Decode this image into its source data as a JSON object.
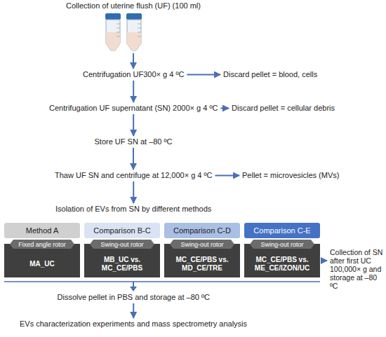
{
  "diagram": {
    "nodes": [
      {
        "text": [
          "Collection of uterine flush (UF) (100 ml)"
        ]
      },
      {
        "text": [
          "Centrifugation UF300× g 4 ºC"
        ]
      },
      {
        "text": [
          "Discard pellet = blood, cells"
        ]
      },
      {
        "text": [
          "Centrifugation UF supernatant (SN) 2000× g 4 ºC"
        ]
      },
      {
        "text": [
          "Discard pellet = cellular debris"
        ]
      },
      {
        "text": [
          "Store UF SN at –80 ºC"
        ]
      },
      {
        "text": [
          "Thaw UF SN and centrifuge at 12,000× g 4 ºC"
        ]
      },
      {
        "text": [
          "Pellet = microvesicles (MVs)"
        ]
      },
      {
        "text": [
          "Isolation of EVs from SN by different methods"
        ]
      },
      {
        "text": [
          "Method A"
        ]
      },
      {
        "text": [
          "Comparison B-C"
        ]
      },
      {
        "text": [
          "Comparison C-D"
        ]
      },
      {
        "text": [
          "Comparison C-E"
        ]
      },
      {
        "text": [
          "Fixed angle rotor"
        ]
      },
      {
        "text": [
          "Swing-out rotor"
        ]
      },
      {
        "text": [
          "Swing-out rotor"
        ]
      },
      {
        "text": [
          "Swing-out rotor"
        ]
      },
      {
        "text": [
          "MA_UC"
        ]
      },
      {
        "text": [
          "MB_UC vs. MC_CE/PBS"
        ]
      },
      {
        "text": [
          "MC_CE/PBS vs. MD_CE/TRE"
        ]
      },
      {
        "text": [
          "MC_CE/PBS vs. ME_CE/IZON/UC"
        ]
      },
      {
        "text": [
          "Collection of SN after first UC 100,000× g and storage at –80 ºC"
        ]
      },
      {
        "text": [
          "Dissolve pellet in PBS and storage at –80 ºC"
        ]
      },
      {
        "text": [
          "EVs characterization experiments and mass spectrometry analysis"
        ]
      }
    ],
    "edges": [
      {
        "from": 0,
        "to": 1,
        "arrow": "to"
      },
      {
        "from": 1,
        "to": 2,
        "arrow": "to"
      },
      {
        "from": 1,
        "to": 3,
        "arrow": "to"
      },
      {
        "from": 3,
        "to": 4,
        "arrow": "to"
      },
      {
        "from": 3,
        "to": 5,
        "arrow": "to"
      },
      {
        "from": 5,
        "to": 6,
        "arrow": "to"
      },
      {
        "from": 6,
        "to": 7,
        "arrow": "to"
      },
      {
        "from": 6,
        "to": 8,
        "arrow": "to"
      },
      {
        "from": 20,
        "to": 21,
        "arrow": "to"
      },
      {
        "from": 22,
        "to": 23,
        "arrow": "to"
      }
    ]
  }
}
